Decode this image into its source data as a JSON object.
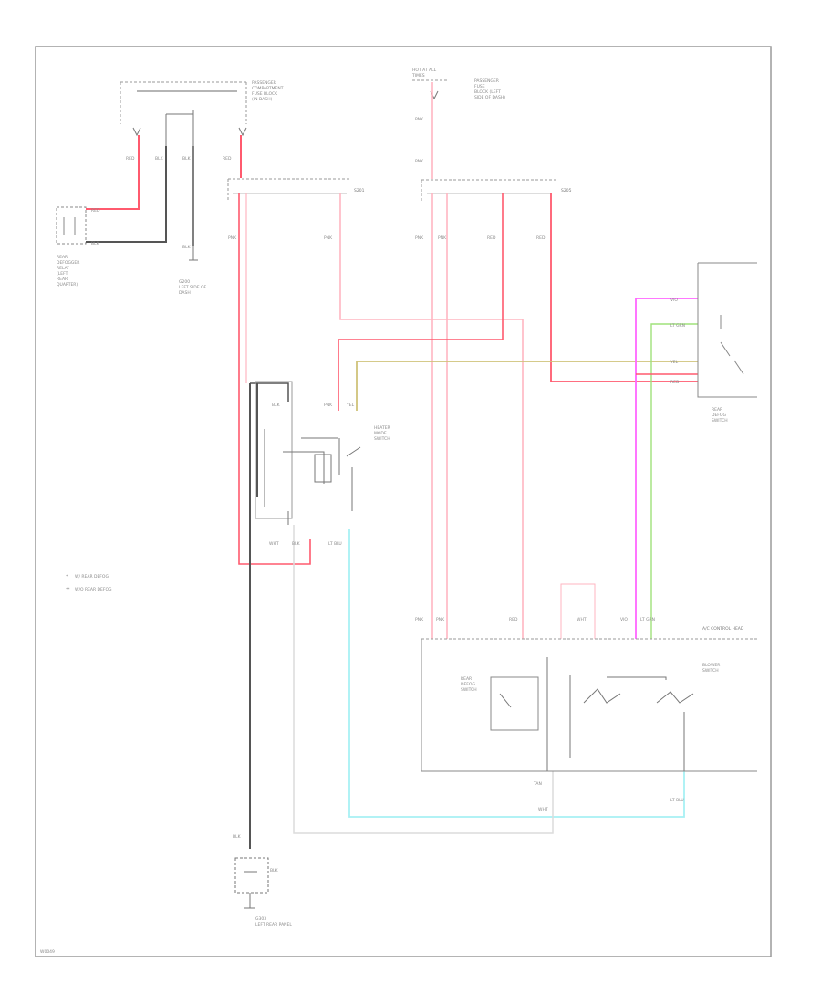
{
  "colors": {
    "frame": "#9a9a9a",
    "component": "#777777",
    "red": "#ff5a6e",
    "pink": "#ffb6c1",
    "black": "#555555",
    "white": "#dcdcdc",
    "yellow": "#cfc37a",
    "green": "#9fe27a",
    "violet": "#ff66ff",
    "lightblue": "#a8f0f4"
  },
  "labels": {
    "top_left_block": [
      "PASSENGER",
      "COMPARTMENT",
      "FUSE BLOCK",
      "(IN DASH)"
    ],
    "top_mid_block": [
      "HOT AT ALL",
      "TIMES"
    ],
    "top_mid_block2": [
      "PASSENGER",
      "FUSE",
      "BLOCK (LEFT",
      "SIDE OF DASH)"
    ],
    "left_relay_caption": [
      "REAR",
      "DEFOGGER",
      "RELAY",
      "(LEFT",
      "REAR",
      "QUARTER)"
    ],
    "ground_mid_caption": [
      "G200",
      "LEFT SIDE OF",
      "DASH"
    ],
    "mode_switch_caption": [
      "HEATER",
      "MODE",
      "SWITCH"
    ],
    "right_switch_caption": [
      "REAR",
      "DEFOG",
      "SWITCH"
    ],
    "control_head_title": "A/C CONTROL HEAD",
    "control_inner_left": [
      "REAR",
      "DEFOG",
      "SWITCH"
    ],
    "control_inner_right": [
      "BLOWER",
      "SWITCH"
    ],
    "legend": [
      "W/ REAR DEFOG",
      "W/O REAR DEFOG"
    ],
    "bottom_ground_caption": [
      "G303",
      "LEFT REAR PANEL"
    ],
    "corner_code": "W0049"
  },
  "wire_tags": {
    "red": "RED",
    "blk": "BLK",
    "pnk": "PNK",
    "wht": "WHT",
    "grn": "LT GRN",
    "yel": "YEL",
    "vio": "VIO",
    "lblu": "LT BLU",
    "tan": "TAN",
    "s201": "S201",
    "s205": "S205"
  }
}
